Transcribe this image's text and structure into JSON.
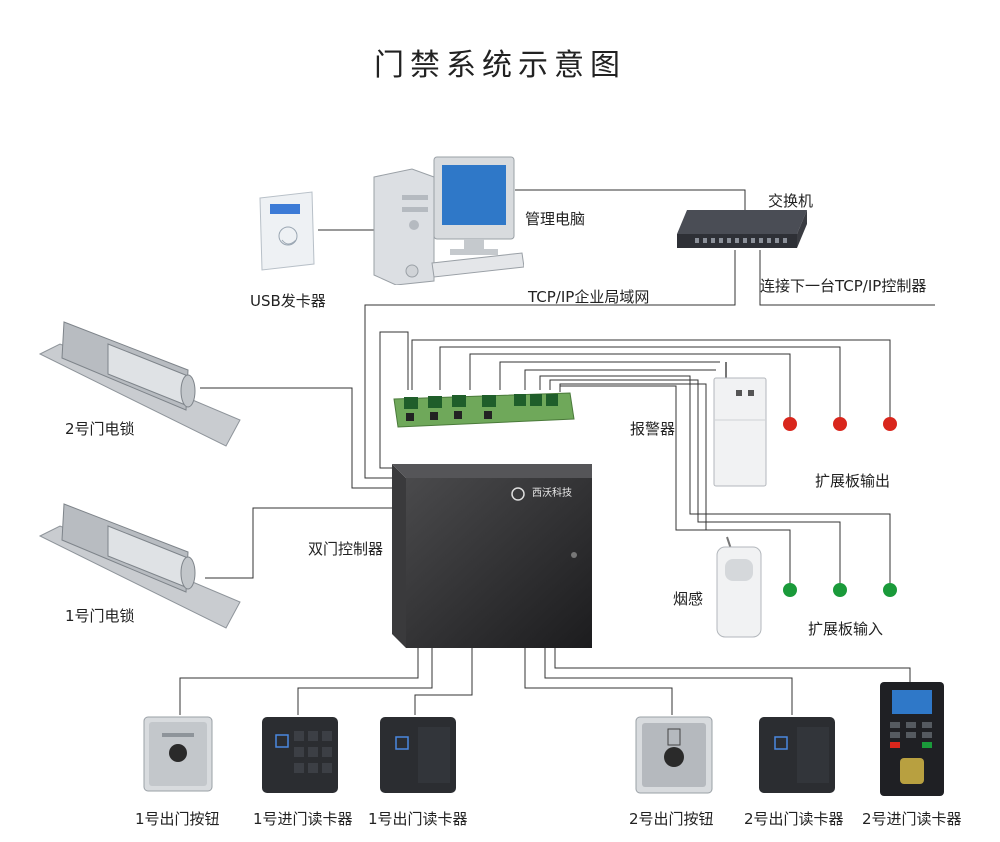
{
  "title": "门禁系统示意图",
  "labels": {
    "usb_issuer": "USB发卡器",
    "management_pc": "管理电脑",
    "switch": "交换机",
    "next_controller": "连接下一台TCP/IP控制器",
    "lan": "TCP/IP企业局域网",
    "lock2": "2号门电锁",
    "lock1": "1号门电锁",
    "alarm": "报警器",
    "ext_output": "扩展板输出",
    "dual_door_controller": "双门控制器",
    "smoke": "烟感",
    "ext_input": "扩展板输入",
    "exit_button1": "1号出门按钮",
    "entry_reader1": "1号进门读卡器",
    "exit_reader1": "1号出门读卡器",
    "exit_button2": "2号出门按钮",
    "exit_reader2": "2号出门读卡器",
    "entry_reader2": "2号进门读卡器",
    "brand": "西沃科技"
  },
  "colors": {
    "output_led": "#d9261c",
    "input_led": "#1a9a3a",
    "wire": "#333333",
    "controller": "#2b2b2b"
  }
}
